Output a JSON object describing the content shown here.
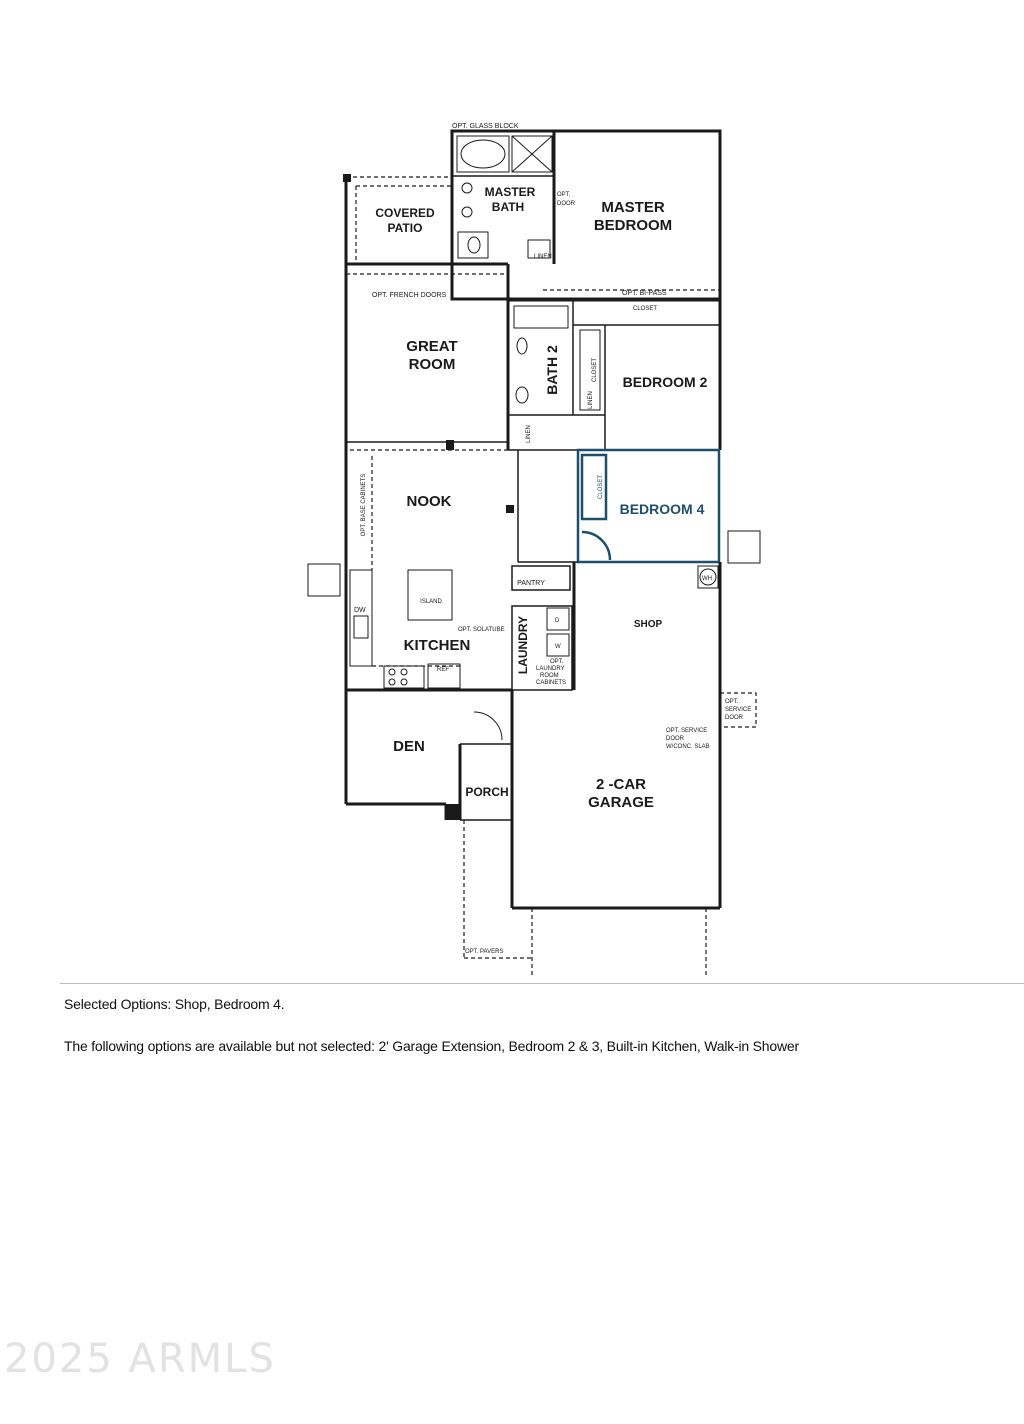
{
  "rooms": {
    "master_bedroom": [
      "MASTER",
      "BEDROOM"
    ],
    "master_bath": [
      "MASTER",
      "BATH"
    ],
    "covered_patio": [
      "COVERED",
      "PATIO"
    ],
    "great_room": [
      "GREAT",
      "ROOM"
    ],
    "bedroom2": "BEDROOM 2",
    "bath2": "BATH 2",
    "bedroom4": "BEDROOM 4",
    "nook": "NOOK",
    "kitchen": "KITCHEN",
    "island": "ISLAND",
    "pantry": "PANTRY",
    "laundry": "LAUNDRY",
    "shop": "SHOP",
    "den": "DEN",
    "porch": "PORCH",
    "garage": [
      "2 -CAR",
      "GARAGE"
    ]
  },
  "notes": {
    "glass_block": "OPT. GLASS BLOCK",
    "opt_door": [
      "OPT.",
      "DOOR"
    ],
    "linen": "LINEN",
    "french_doors": "OPT. FRENCH DOORS",
    "bipass": "OPT. BI-PASS",
    "closet": "CLOSET",
    "base_cabinets": "OPT. BASE CABINETS",
    "solatube": "OPT. SOLATUBE",
    "dw": "DW",
    "ref": "REF",
    "wh": "WH",
    "d": "D",
    "w": "W",
    "laundry_cabinets": [
      "OPT.",
      "LAUNDRY",
      "ROOM",
      "CABINETS"
    ],
    "service_door": [
      "OPT.",
      "SERVICE",
      "DOOR"
    ],
    "service_door_slab": [
      "OPT. SERVICE",
      "DOOR",
      "W/CONC. SLAB"
    ],
    "pavers": "OPT. PAVERS"
  },
  "options": {
    "selected": "Selected Options: Shop, Bedroom 4.",
    "available": "The following options are available but not selected: 2' Garage Extension, Bedroom 2 & 3, Built-in Kitchen, Walk-in Shower"
  },
  "watermark": "2025 ARMLS",
  "colors": {
    "wall": "#1a1a1a",
    "option_blue": "#1f4e6b"
  }
}
